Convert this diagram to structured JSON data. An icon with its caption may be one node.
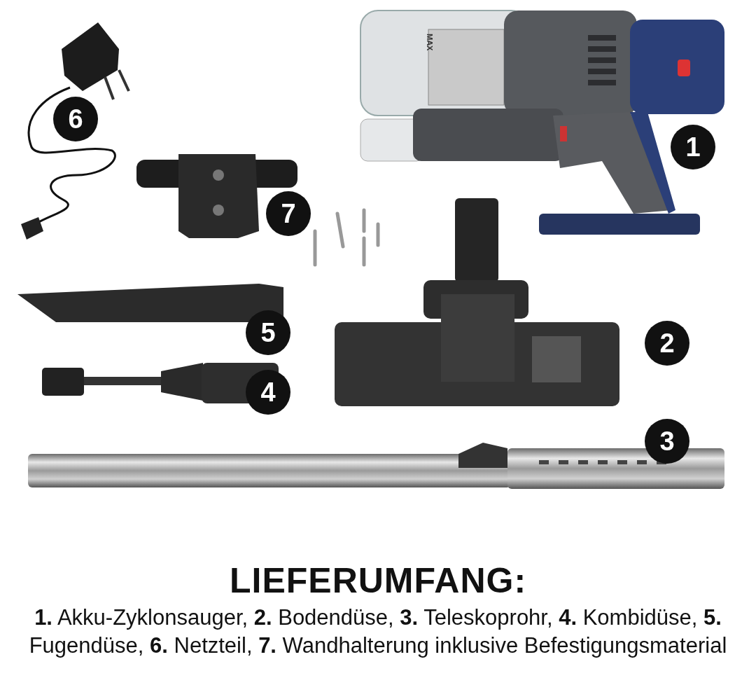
{
  "diagram": {
    "title": "LIEFERUMFANG:",
    "caption": "**1.** Akku-Zyklonsauger, **2.** Bodendüse, **3.** Teleskoprohr, **4.** Kombidüse, **5.** Fugendüse, **6.** Netzteil, **7.** Wandhalterung inklusive Befestigungsmaterial",
    "labels": [
      "MAX",
      "6",
      "1",
      "7",
      "5",
      "2",
      "4",
      "3"
    ]
  }
}
